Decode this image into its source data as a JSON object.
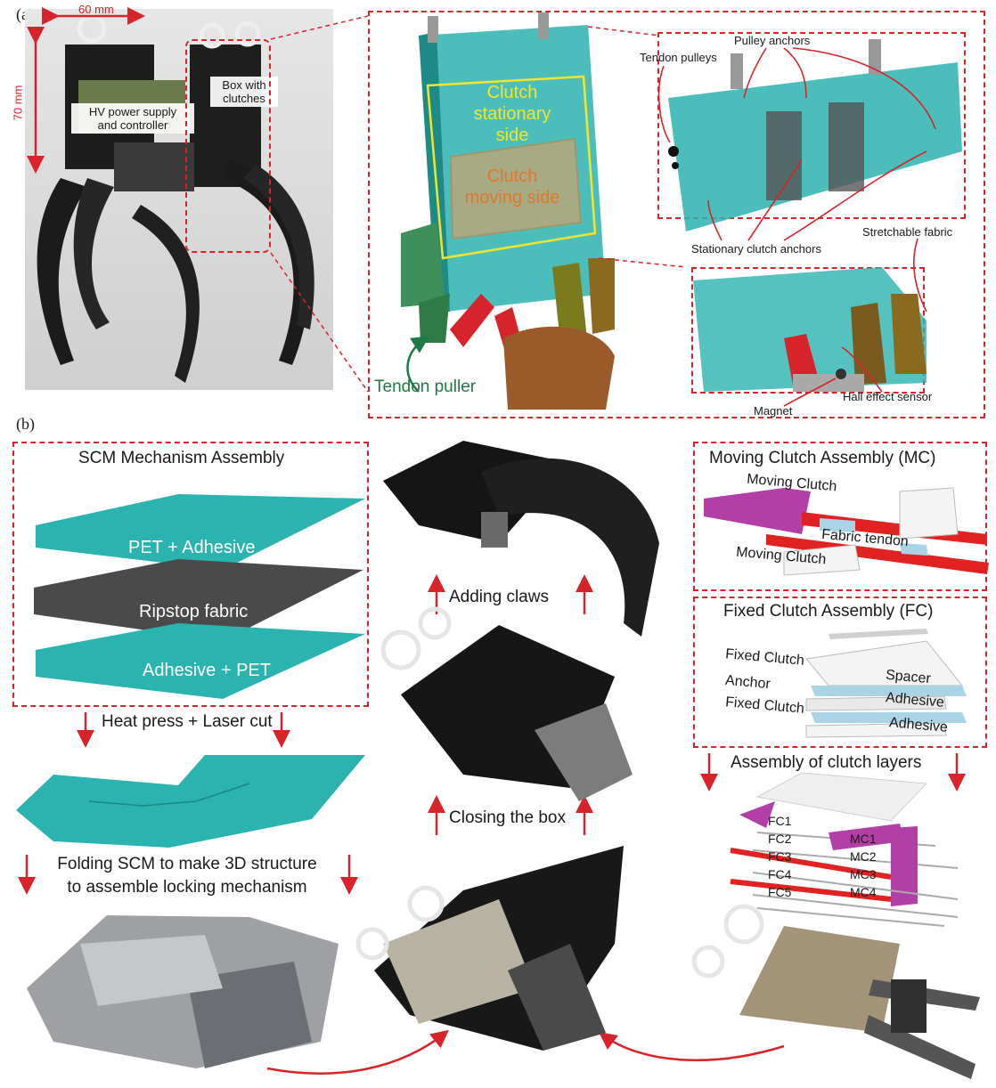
{
  "panel_a": {
    "letter": "(a)",
    "photo_labels": {
      "width": "60 mm",
      "height": "70 mm",
      "hv": "HV power supply\nand controller",
      "box": "Box with\nclutches"
    },
    "cad_labels": {
      "clutch_stationary": "Clutch\nstationary side",
      "clutch_moving": "Clutch\nmoving side",
      "tendon_puller": "Tendon puller"
    },
    "detail_labels": {
      "pulley_anchors": "Pulley anchors",
      "tendon_pulleys": "Tendon pulleys",
      "stationary_anchors": "Stationary clutch anchors",
      "stretchable_fabric": "Stretchable fabric",
      "hall_sensor": "Hall effect sensor",
      "magnet": "Magnet"
    }
  },
  "panel_b": {
    "letter": "(b)",
    "scm": {
      "title": "SCM Mechanism Assembly",
      "layer1": "PET + Adhesive",
      "layer2": "Ripstop fabric",
      "layer3": "Adhesive + PET"
    },
    "steps": {
      "heat_press": "Heat press + Laser cut",
      "folding": "Folding SCM to make 3D structure\nto assemble locking mechanism",
      "adding_claws": "Adding claws",
      "closing_box": "Closing the box",
      "assembly_layers": "Assembly of clutch layers"
    },
    "mc": {
      "title": "Moving Clutch Assembly (MC)",
      "moving1": "Moving Clutch",
      "fabric_tendon": "Fabric tendon",
      "moving2": "Moving Clutch"
    },
    "fc": {
      "title": "Fixed Clutch Assembly (FC)",
      "fixed1": "Fixed Clutch",
      "spacer": "Spacer",
      "anchor": "Anchor",
      "adhesive1": "Adhesive",
      "fixed2": "Fixed Clutch",
      "adhesive2": "Adhesive"
    },
    "layers": {
      "fc": [
        "FC1",
        "FC2",
        "FC3",
        "FC4",
        "FC5"
      ],
      "mc": [
        "MC1",
        "MC2",
        "MC3",
        "MC4"
      ]
    }
  },
  "colors": {
    "accent_red": "#d6242a",
    "teal": "#2bb3b0",
    "yellow": "#f2e52b",
    "orange": "#e0782c",
    "green": "#1d7a45",
    "purple": "#b23fa6",
    "dark": "#2b2b2b"
  }
}
